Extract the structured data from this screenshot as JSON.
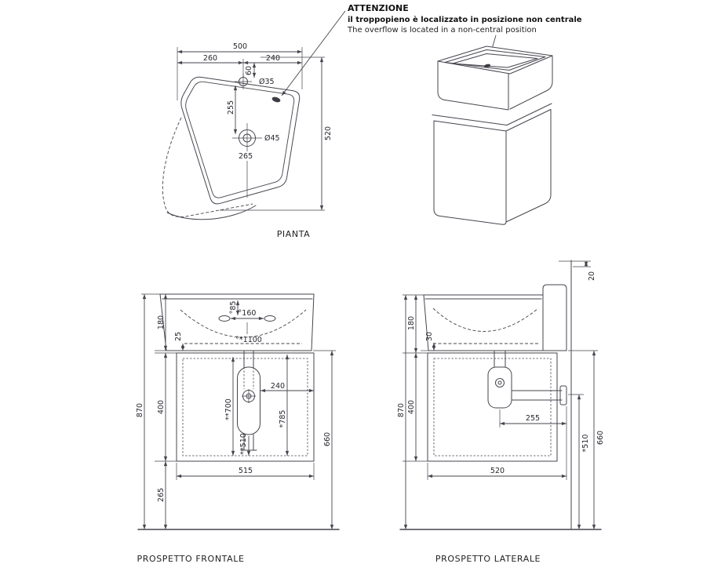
{
  "attention": {
    "title": "ATTENZIONE",
    "subtitle_it": "il troppopieno è localizzato in posizione non centrale",
    "subtitle_en": "The overflow is located in a non-central position"
  },
  "plan_view": {
    "title": "PIANTA",
    "dims": {
      "overall_width": "500",
      "left_to_faucet": "260",
      "faucet_to_right": "240",
      "faucet_offset": "60",
      "faucet_to_drain": "255",
      "faucet_hole_diameter": "Ø35",
      "drain_diameter": "Ø45",
      "drain_to_front": "265",
      "overall_depth": "520"
    }
  },
  "front_view": {
    "title": "PROSPETTO FRONTALE",
    "dims": {
      "basin_height": "180",
      "rim_inset": "25",
      "tap_hole_drop": "°85",
      "tap_hole_spacing": "°160",
      "mixer_height": "°*1100",
      "total_height": "870",
      "cabinet_height": "400",
      "drain_to_side": "240",
      "supply_height": "**700",
      "waste_height": "*785",
      "trap_height": "**510",
      "cabinet_width": "515",
      "clearance_height": "265",
      "rim_to_floor": "660"
    }
  },
  "side_view": {
    "title": "PROSPETTO LATERALE",
    "dims": {
      "wall_gap": "20",
      "basin_height": "180",
      "rim_inset": "30",
      "total_height": "870",
      "cabinet_height": "400",
      "waste_offset": "255",
      "cabinet_depth": "520",
      "waste_height": "*510",
      "rim_to_floor": "660"
    }
  }
}
